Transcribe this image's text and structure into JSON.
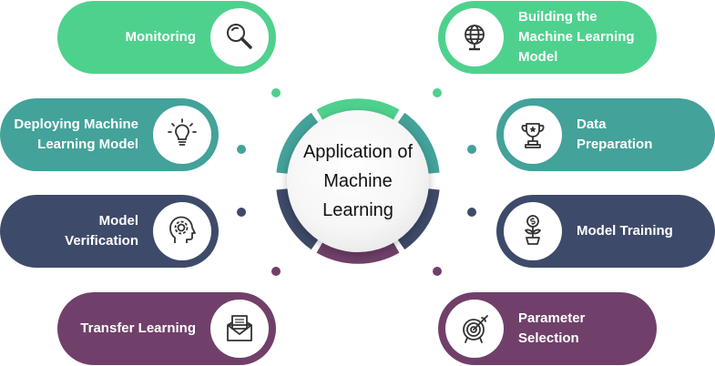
{
  "colors": {
    "green": "#4fd18e",
    "teal": "#43a29a",
    "navy": "#3e4a69",
    "purple": "#71406a"
  },
  "center": {
    "title": "Application of Machine Learning"
  },
  "steps": [
    {
      "label": "Monitoring",
      "icon": "magnifier-icon"
    },
    {
      "label": "Building the Machine Learning Model",
      "icon": "globe-icon"
    },
    {
      "label": "Deploying Machine Learning Model",
      "icon": "lightbulb-icon"
    },
    {
      "label": "Data Preparation",
      "icon": "trophy-icon"
    },
    {
      "label": "Model Verification",
      "icon": "head-gear-icon"
    },
    {
      "label": "Model Training",
      "icon": "plant-coin-icon"
    },
    {
      "label": "Transfer Learning",
      "icon": "envelope-icon"
    },
    {
      "label": "Parameter Selection",
      "icon": "target-icon"
    }
  ]
}
